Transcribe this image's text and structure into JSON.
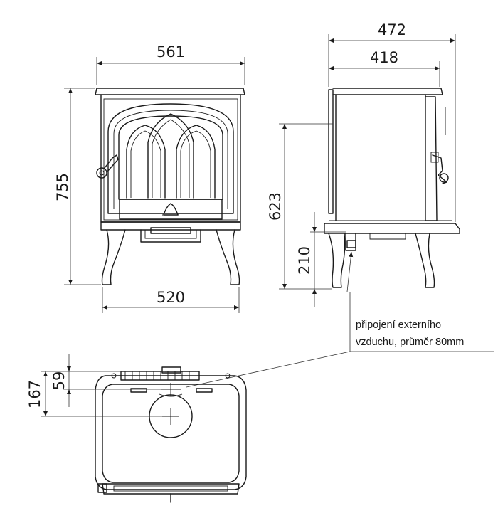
{
  "dimensions": {
    "front_width": "561",
    "front_height": "755",
    "front_leg_span": "520",
    "side_depth_total": "472",
    "side_depth_body": "418",
    "side_flue_height": "623",
    "side_air_inlet_height": "210",
    "top_flue_offset": "167",
    "top_air_offset": "59"
  },
  "annotation": {
    "line1": "připojení externího",
    "line2": "vzduchu, průměr 80mm"
  },
  "colors": {
    "line": "#1a1a1a",
    "background": "#ffffff"
  }
}
